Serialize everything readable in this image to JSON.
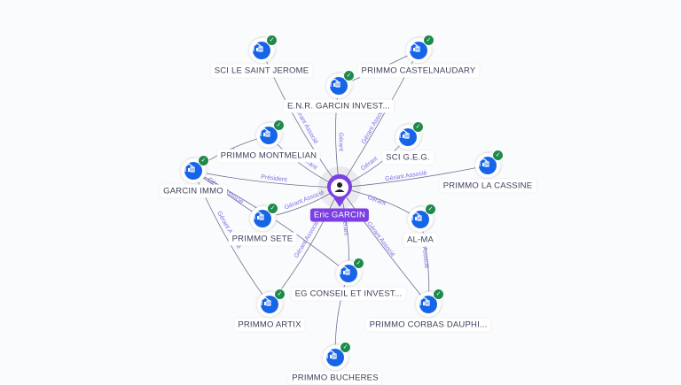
{
  "colors": {
    "accent": "#7b3fe4",
    "company": "#1664e8",
    "verified": "#1f8a4c",
    "edge": "#6d7190",
    "edge_label": "#7a6ee0"
  },
  "person": {
    "id": "eric",
    "name": "Eric GARCIN",
    "icon": "person-icon"
  },
  "companies": [
    {
      "id": "sj",
      "name": "SCI LE SAINT JEROME",
      "icon": "building-icon",
      "verified": true
    },
    {
      "id": "pc",
      "name": "PRIMMO CASTELNAUDARY",
      "icon": "building-icon",
      "verified": true
    },
    {
      "id": "enr",
      "name": "E.N.R. GARCIN INVEST...",
      "icon": "building-icon",
      "verified": true
    },
    {
      "id": "pm",
      "name": "PRIMMO MONTMELIAN",
      "icon": "building-icon",
      "verified": true
    },
    {
      "id": "geg",
      "name": "SCI G.E.G.",
      "icon": "building-icon",
      "verified": true
    },
    {
      "id": "plc",
      "name": "PRIMMO LA CASSINE",
      "icon": "building-icon",
      "verified": true
    },
    {
      "id": "gi",
      "name": "GARCIN IMMO",
      "icon": "building-icon",
      "verified": true
    },
    {
      "id": "ps",
      "name": "PRIMMO SETE",
      "icon": "building-icon",
      "verified": true
    },
    {
      "id": "alma",
      "name": "AL-MA",
      "icon": "building-icon",
      "verified": true
    },
    {
      "id": "eg",
      "name": "EG CONSEIL ET INVEST...",
      "icon": "building-icon",
      "verified": true
    },
    {
      "id": "pa",
      "name": "PRIMMO ARTIX",
      "icon": "building-icon",
      "verified": true
    },
    {
      "id": "pcd",
      "name": "PRIMMO CORBAS DAUPHI...",
      "icon": "building-icon",
      "verified": true
    },
    {
      "id": "pb",
      "name": "PRIMMO BUCHERES",
      "icon": "building-icon",
      "verified": true
    }
  ],
  "edges": [
    {
      "from": "eric",
      "to": "enr",
      "label": "Gérant"
    },
    {
      "from": "eric",
      "to": "geg",
      "label": "Gérant"
    },
    {
      "from": "eric",
      "to": "plc",
      "label": "Gérant Associé"
    },
    {
      "from": "eric",
      "to": "alma",
      "label": "Gérant"
    },
    {
      "from": "eric",
      "to": "gi",
      "label": "Président"
    },
    {
      "from": "eric",
      "to": "eg",
      "label": "Gérant"
    },
    {
      "from": "eric",
      "to": "pcd",
      "label": "Gérant Associé"
    },
    {
      "from": "eric",
      "to": "ps",
      "label": "Gérant Associé"
    },
    {
      "from": "eric",
      "to": "pm",
      "label": "Gérant"
    },
    {
      "from": "eric",
      "to": "pc",
      "label": "Gérant Associé"
    },
    {
      "from": "eric",
      "to": "sj",
      "label": "Gérant Associé"
    },
    {
      "from": "eric",
      "to": "pa",
      "label": "Gérant Associé"
    },
    {
      "from": "gi",
      "to": "pm",
      "label": "Gérant"
    },
    {
      "from": "gi",
      "to": "ps",
      "label": "Gérant Associé"
    },
    {
      "from": "gi",
      "to": "pa",
      "label": "Gérant Associé"
    },
    {
      "from": "gi",
      "to": "eg",
      "label": ""
    },
    {
      "from": "enr",
      "to": "pc",
      "label": ""
    },
    {
      "from": "alma",
      "to": "pcd",
      "label": "Associé"
    },
    {
      "from": "eg",
      "to": "pb",
      "label": ""
    }
  ]
}
